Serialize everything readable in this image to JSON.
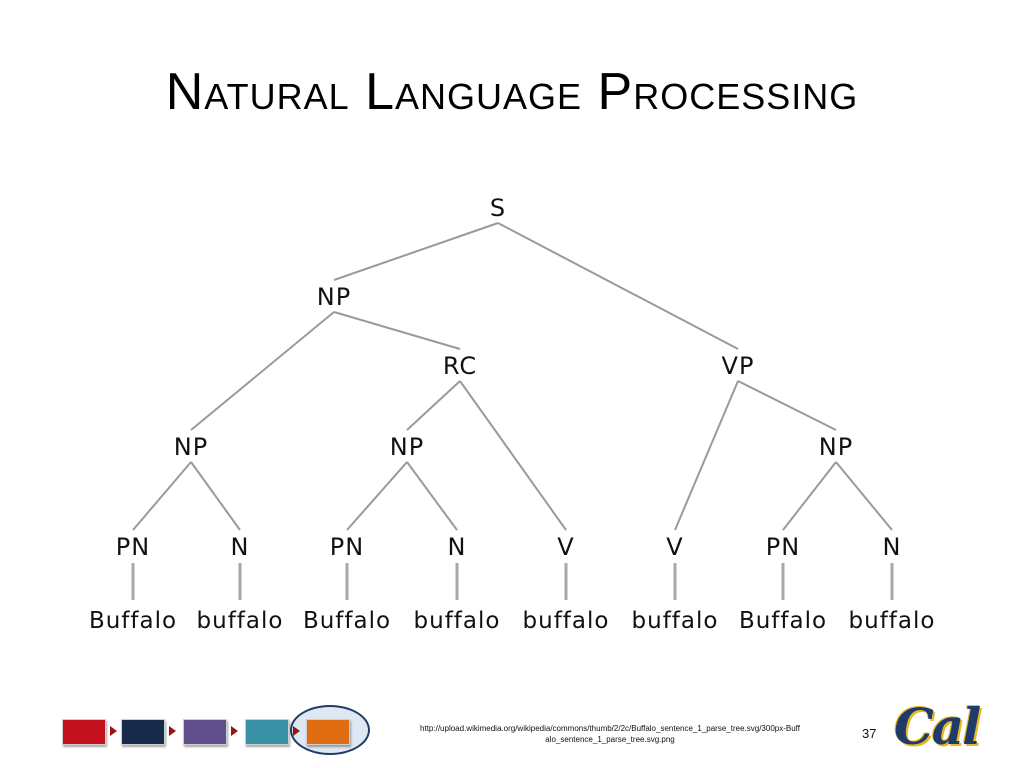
{
  "slide": {
    "title": "Natural Language Processing",
    "slide_number": "37",
    "source_url": "http://upload.wikimedia.org/wikipedia/commons/thumb/2/2c/Buffalo_sentence_1_parse_tree.svg/300px-Buffalo_sentence_1_parse_tree.svg.png",
    "logo_text": "Cal"
  },
  "parse_tree": {
    "nodes": [
      {
        "id": "s",
        "label": "S"
      },
      {
        "id": "np1",
        "label": "NP"
      },
      {
        "id": "rc",
        "label": "RC"
      },
      {
        "id": "vp",
        "label": "VP"
      },
      {
        "id": "np2",
        "label": "NP"
      },
      {
        "id": "np3",
        "label": "NP"
      },
      {
        "id": "np4",
        "label": "NP"
      },
      {
        "id": "pn1",
        "label": "PN"
      },
      {
        "id": "n1",
        "label": "N"
      },
      {
        "id": "pn2",
        "label": "PN"
      },
      {
        "id": "n2",
        "label": "N"
      },
      {
        "id": "v1",
        "label": "V"
      },
      {
        "id": "v2",
        "label": "V"
      },
      {
        "id": "pn3",
        "label": "PN"
      },
      {
        "id": "n3",
        "label": "N"
      }
    ],
    "edges": [
      [
        "s",
        "np1"
      ],
      [
        "s",
        "vp"
      ],
      [
        "np1",
        "np2"
      ],
      [
        "np1",
        "rc"
      ],
      [
        "rc",
        "np3"
      ],
      [
        "rc",
        "v1"
      ],
      [
        "vp",
        "v2"
      ],
      [
        "vp",
        "np4"
      ],
      [
        "np2",
        "pn1"
      ],
      [
        "np2",
        "n1"
      ],
      [
        "np3",
        "pn2"
      ],
      [
        "np3",
        "n2"
      ],
      [
        "np4",
        "pn3"
      ],
      [
        "np4",
        "n3"
      ]
    ],
    "words": [
      "Buffalo",
      "buffalo",
      "Buffalo",
      "buffalo",
      "buffalo",
      "buffalo",
      "Buffalo",
      "buffalo"
    ],
    "leaf_order": [
      "pn1",
      "n1",
      "pn2",
      "n2",
      "v1",
      "v2",
      "pn3",
      "n3"
    ]
  },
  "nav": {
    "boxes": [
      {
        "name": "nav-box-red",
        "color": "#c0111d"
      },
      {
        "name": "nav-box-navy",
        "color": "#172a49"
      },
      {
        "name": "nav-box-purple",
        "color": "#5f4e8a"
      },
      {
        "name": "nav-box-teal",
        "color": "#3890a4"
      },
      {
        "name": "nav-box-orange",
        "color": "#e06c12"
      }
    ],
    "ring_color": "#1f3b67"
  }
}
